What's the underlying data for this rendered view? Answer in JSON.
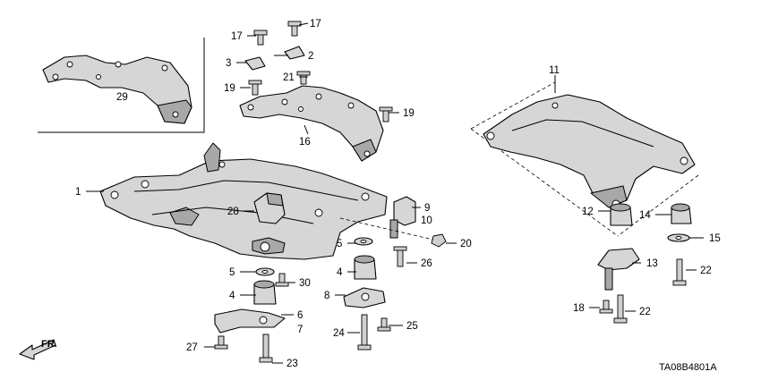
{
  "diagram": {
    "code": "TA08B4801A",
    "direction_label": "FR.",
    "callouts": {
      "c1": "1",
      "c2": "2",
      "c3": "3",
      "c4a": "4",
      "c4b": "4",
      "c5a": "5",
      "c5b": "5",
      "c6": "6",
      "c7": "7",
      "c8": "8",
      "c9": "9",
      "c10": "10",
      "c11": "11",
      "c12": "12",
      "c13": "13",
      "c14": "14",
      "c15": "15",
      "c16": "16",
      "c17a": "17",
      "c17b": "17",
      "c18": "18",
      "c19a": "19",
      "c19b": "19",
      "c20": "20",
      "c21": "21",
      "c22a": "22",
      "c22b": "22",
      "c23": "23",
      "c24": "24",
      "c25": "25",
      "c26": "26",
      "c27": "27",
      "c28": "28",
      "c29": "29",
      "c30": "30"
    }
  }
}
